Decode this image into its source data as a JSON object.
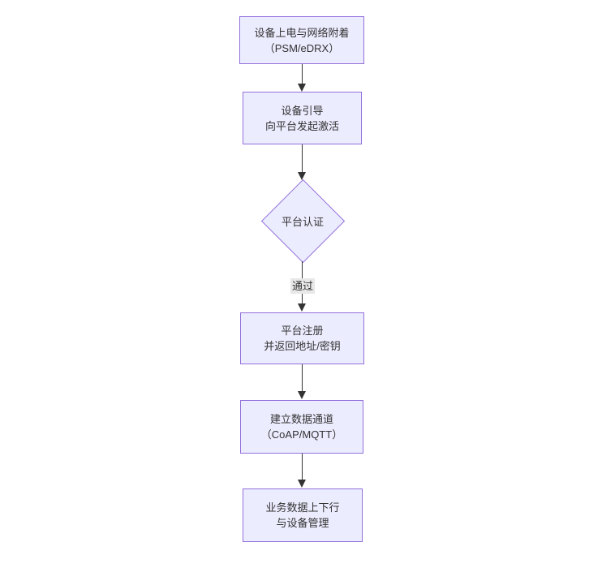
{
  "diagram": {
    "type": "flowchart-top-down",
    "nodes": [
      {
        "id": "power",
        "shape": "rect",
        "lines": [
          "设备上电与网络附着",
          "（PSM/eDRX）"
        ]
      },
      {
        "id": "boot",
        "shape": "rect",
        "lines": [
          "设备引导",
          "向平台发起激活"
        ]
      },
      {
        "id": "auth",
        "shape": "diamond",
        "lines": [
          "平台认证"
        ]
      },
      {
        "id": "register",
        "shape": "rect",
        "lines": [
          "平台注册",
          "并返回地址/密钥"
        ]
      },
      {
        "id": "channel",
        "shape": "rect",
        "lines": [
          "建立数据通道",
          "（CoAP/MQTT）"
        ]
      },
      {
        "id": "business",
        "shape": "rect",
        "lines": [
          "业务数据上下行",
          "与设备管理"
        ]
      }
    ],
    "edges": [
      {
        "from": "power",
        "to": "boot",
        "label": ""
      },
      {
        "from": "boot",
        "to": "auth",
        "label": ""
      },
      {
        "from": "auth",
        "to": "register",
        "label": "通过"
      },
      {
        "from": "register",
        "to": "channel",
        "label": ""
      },
      {
        "from": "channel",
        "to": "business",
        "label": ""
      }
    ],
    "colors": {
      "node_fill": "#ECECFF",
      "node_border": "#9370DB",
      "edge_line": "#333333",
      "edge_label_bg": "#e8e8e8",
      "text": "#333333",
      "background": "#ffffff"
    }
  }
}
